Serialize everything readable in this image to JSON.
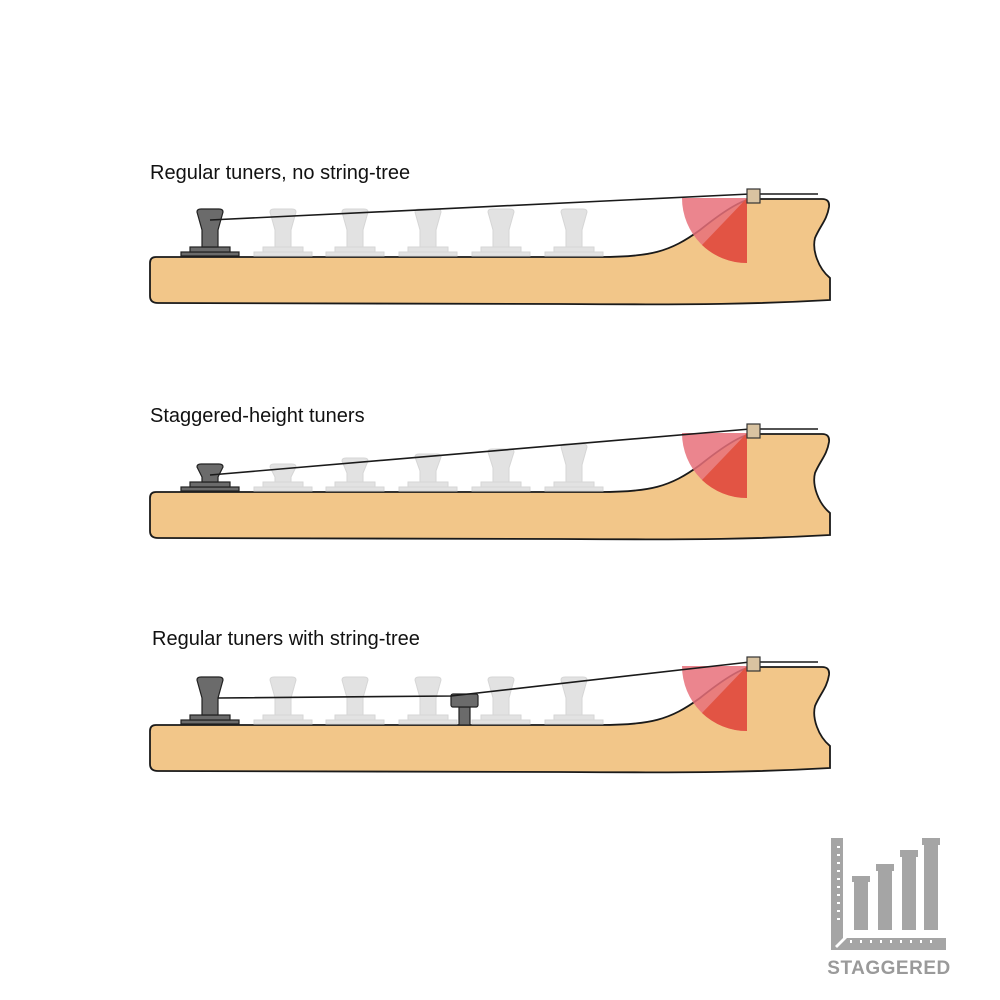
{
  "panels": [
    {
      "id": "no-string-tree",
      "title": "Regular tuners, no string-tree"
    },
    {
      "id": "staggered-height",
      "title": "Staggered-height tuners"
    },
    {
      "id": "with-string-tree",
      "title": "Regular tuners with string-tree"
    }
  ],
  "logo": {
    "text": "STAGGERED"
  },
  "colors": {
    "headstock": "#f2c689",
    "outline": "#1a1a1a",
    "tuner_active": "#6b6b6b",
    "tuner_ghost": "#e0e0e0",
    "angle_light": "#e8707a",
    "angle_dark": "#e25444",
    "nut": "#d9c3a1",
    "logo": "#a5a5a5"
  }
}
